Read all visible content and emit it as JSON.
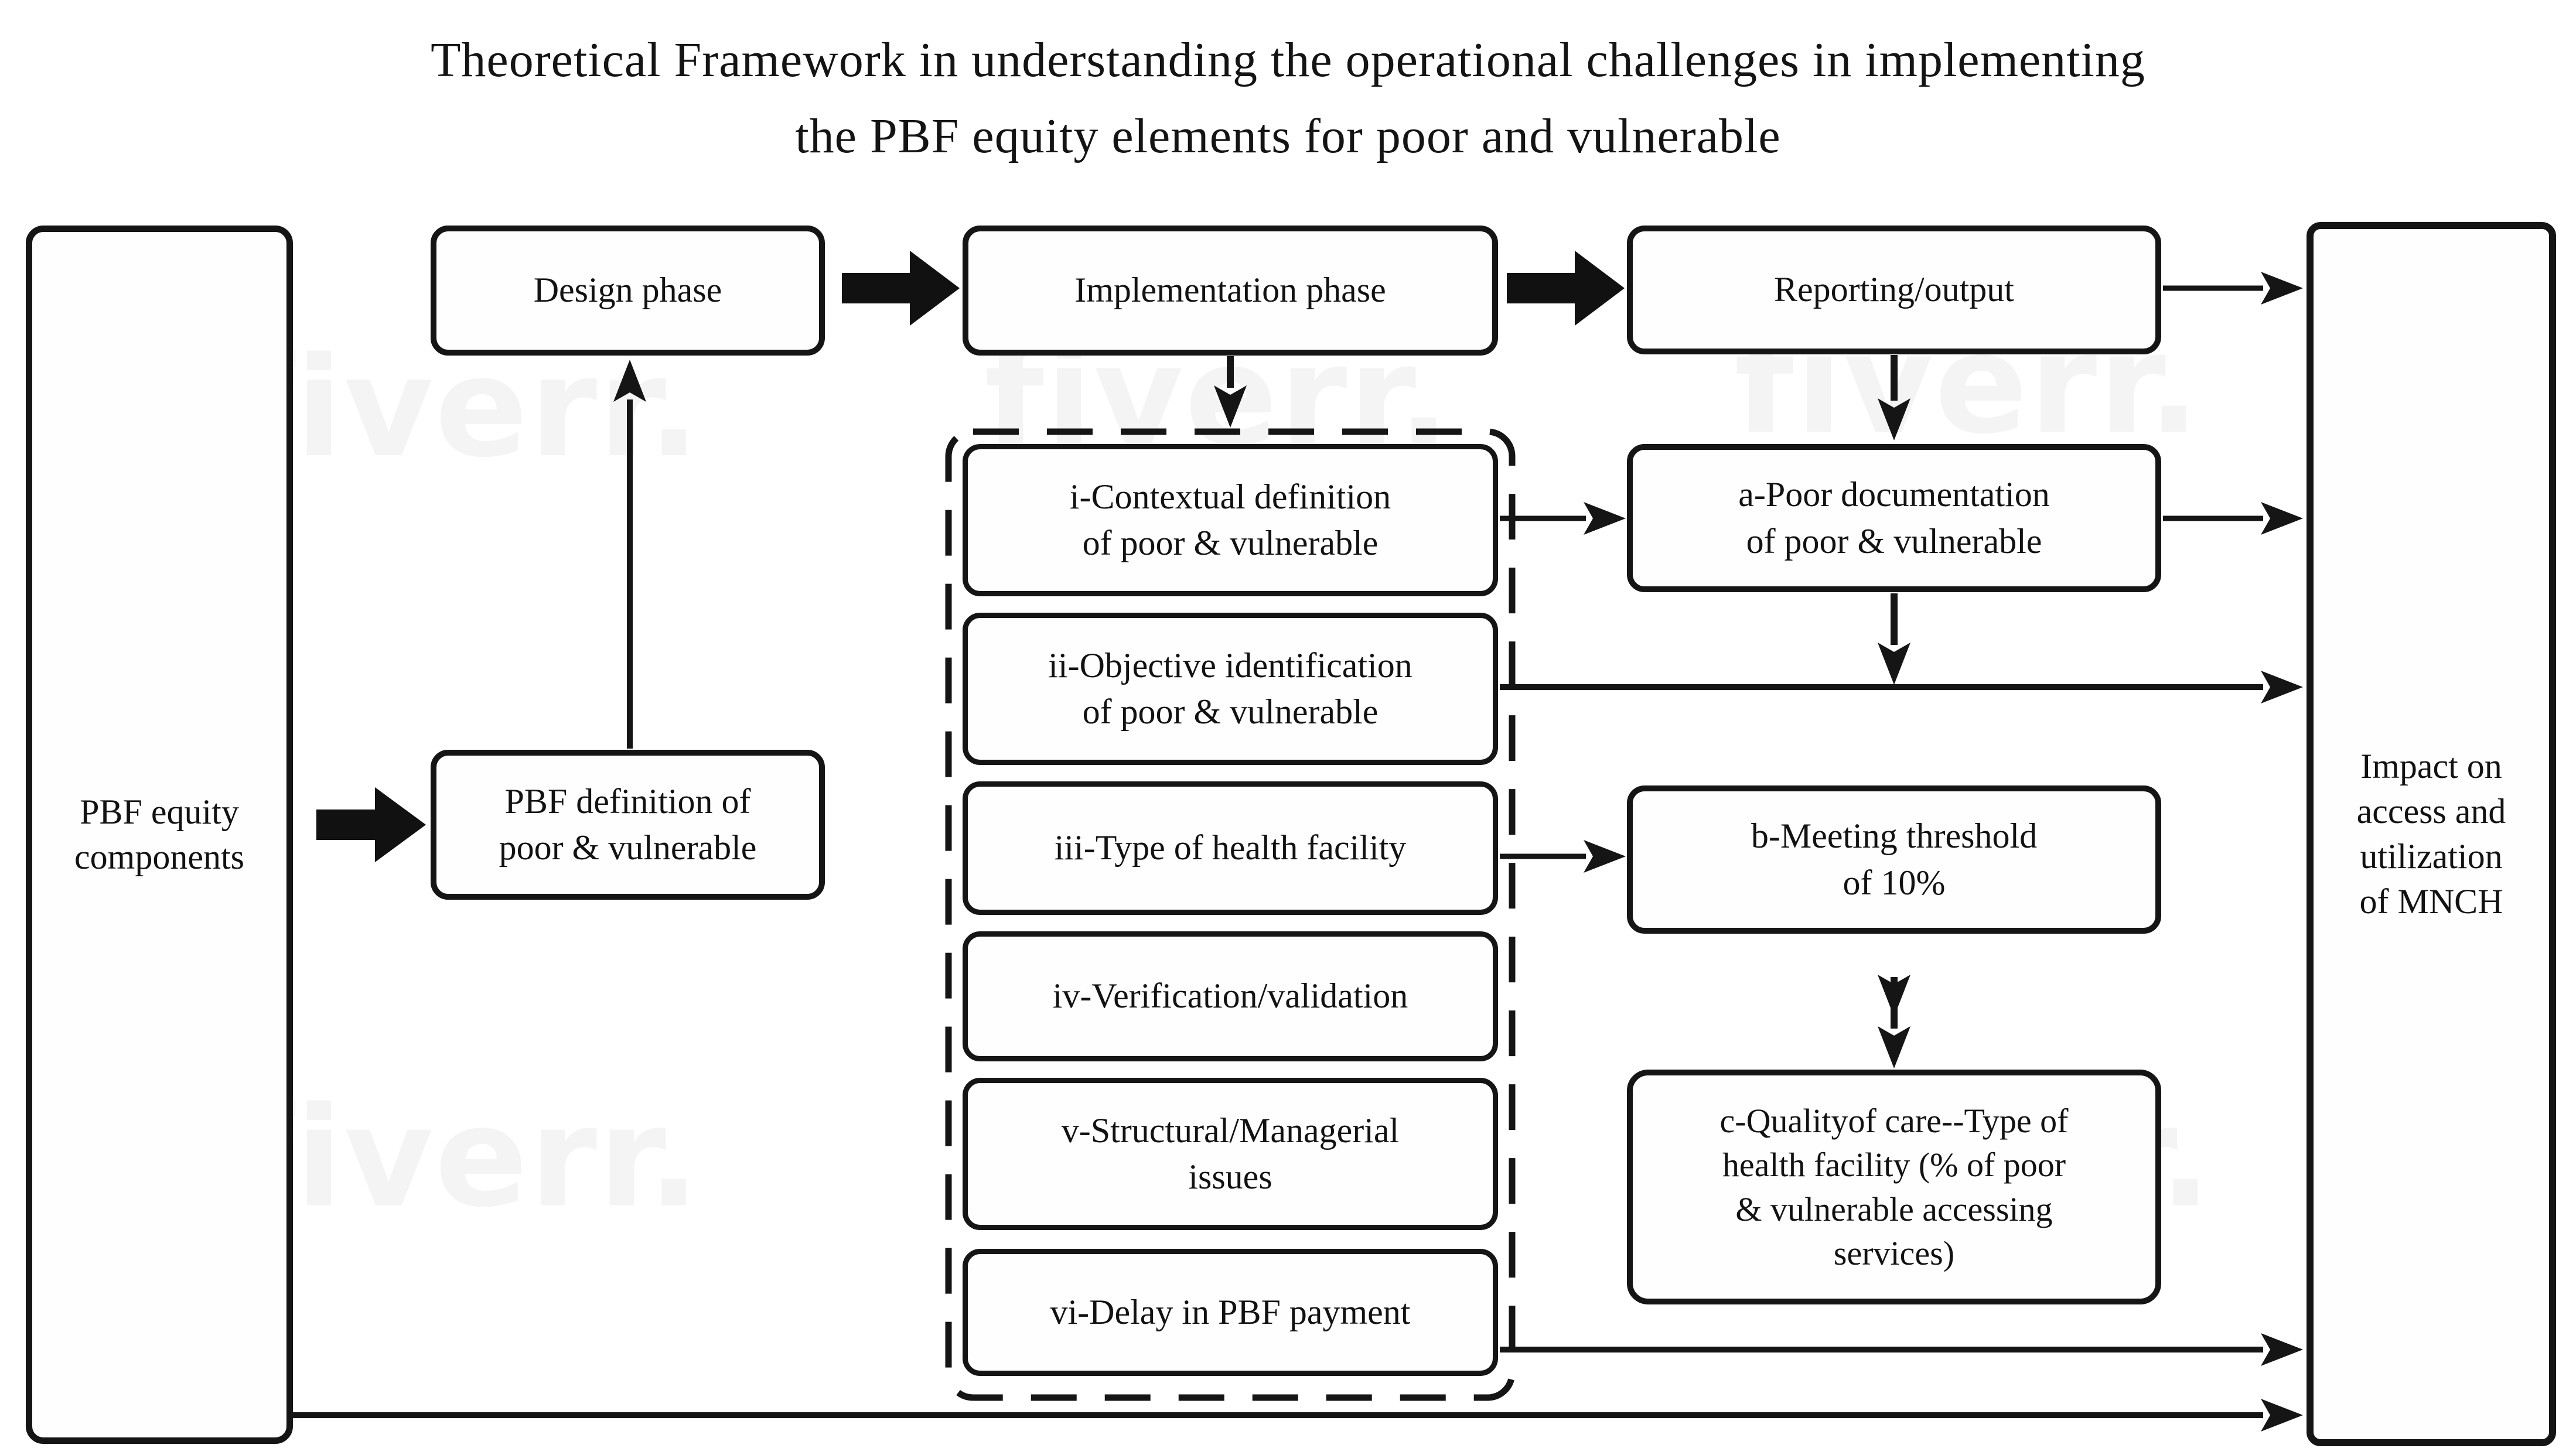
{
  "title": {
    "line1": "Theoretical Framework in understanding the operational challenges in implementing",
    "line2": "the PBF equity elements for poor and vulnerable"
  },
  "watermark": {
    "text": "fiverr."
  },
  "colors": {
    "ink": "#151515",
    "background": "#ffffff",
    "watermark": "rgba(0,0,0,0.045)"
  },
  "nodes": {
    "pbf_equity": {
      "label": "PBF equity\ncomponents"
    },
    "design": {
      "label": "Design phase"
    },
    "implementation": {
      "label": "Implementation phase"
    },
    "reporting": {
      "label": "Reporting/output"
    },
    "pbf_definition": {
      "label": "PBF definition of\npoor & vulnerable"
    },
    "item_i": {
      "label": "i-Contextual definition\nof poor & vulnerable"
    },
    "item_ii": {
      "label": "ii-Objective identification\nof poor & vulnerable"
    },
    "item_iii": {
      "label": "iii-Type of health facility"
    },
    "item_iv": {
      "label": "iv-Verification/validation"
    },
    "item_v": {
      "label": "v-Structural/Managerial\nissues"
    },
    "item_vi": {
      "label": "vi-Delay in PBF payment"
    },
    "out_a": {
      "label": "a-Poor documentation\nof poor & vulnerable"
    },
    "out_b": {
      "label": "b-Meeting threshold\nof 10%"
    },
    "out_c": {
      "label": "c-Qualityof care--Type of\nhealth facility (% of poor\n& vulnerable accessing\nservices)"
    },
    "impact": {
      "label": "Impact on\naccess and\nutilization\nof MNCH"
    }
  },
  "edges": [
    {
      "from": "pbf-equity-components",
      "to": "pbf-definition",
      "style": "block-arrow"
    },
    {
      "from": "pbf-definition",
      "to": "design-phase",
      "style": "arrow-up"
    },
    {
      "from": "design-phase",
      "to": "implementation-phase",
      "style": "block-arrow"
    },
    {
      "from": "implementation-phase",
      "to": "reporting-output",
      "style": "block-arrow"
    },
    {
      "from": "implementation-phase",
      "to": "challenges-group",
      "style": "arrow-down"
    },
    {
      "from": "reporting-output",
      "to": "out-a",
      "style": "arrow-down"
    },
    {
      "from": "reporting-output",
      "to": "impact",
      "style": "arrow"
    },
    {
      "from": "item-i",
      "to": "out-a",
      "style": "arrow"
    },
    {
      "from": "out-a",
      "to": "impact",
      "style": "arrow"
    },
    {
      "from": "out-a",
      "to": "ii-impact-line",
      "style": "arrow-down"
    },
    {
      "from": "item-ii",
      "to": "impact",
      "style": "arrow"
    },
    {
      "from": "item-iii",
      "to": "out-b",
      "style": "arrow"
    },
    {
      "from": "out-b",
      "to": "out-c",
      "style": "double-arrow"
    },
    {
      "from": "item-vi",
      "to": "impact",
      "style": "arrow"
    },
    {
      "from": "pbf-equity-components",
      "to": "impact",
      "style": "arrow"
    }
  ]
}
